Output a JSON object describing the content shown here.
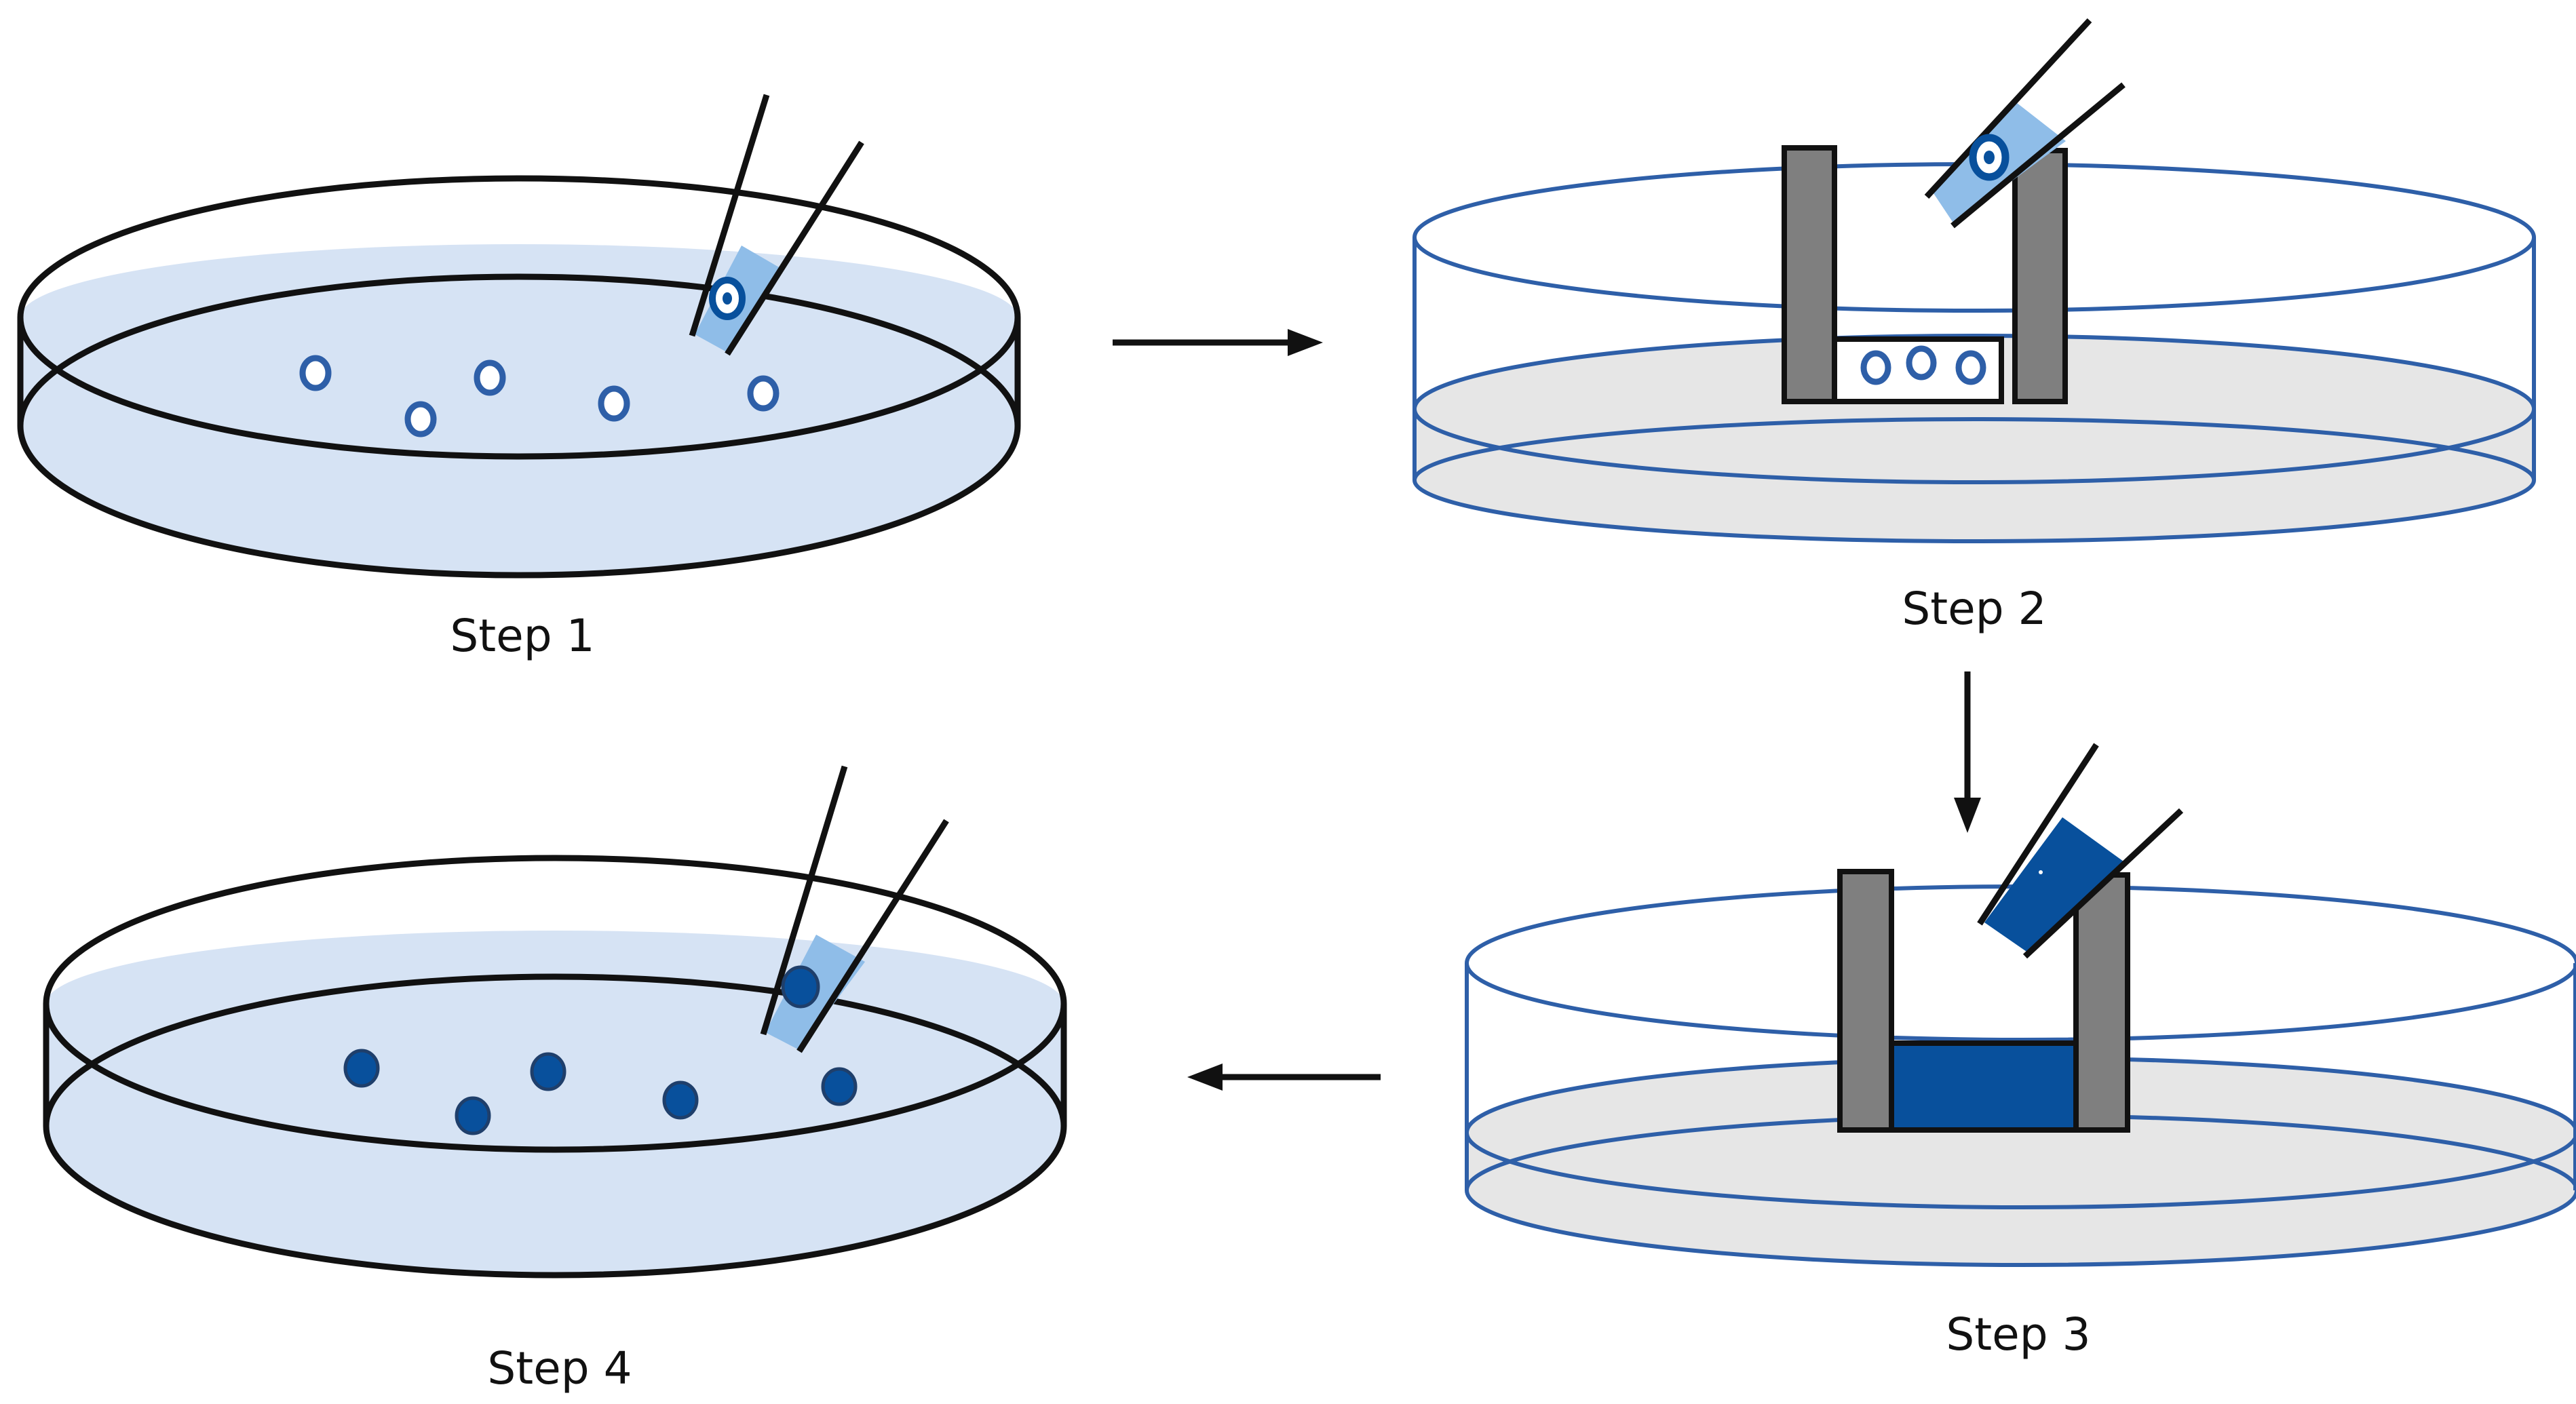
{
  "steps": [
    {
      "label": "Step 1"
    },
    {
      "label": "Step 2"
    },
    {
      "label": "Step 3"
    },
    {
      "label": "Step 4"
    }
  ],
  "colors": {
    "outline_dark": "#111111",
    "outline_blue": "#2e5fa8",
    "medium_light_blue": "#d6e3f4",
    "tube_light_blue": "#8fbde8",
    "stain_dark_blue": "#08509c",
    "chamber_gray": "#7f7f7f",
    "dish_floor_gray": "#e6e6e6"
  },
  "icons": {
    "forceps": "forceps-icon",
    "egg": "egg-icon",
    "arrow": "arrow-icon"
  }
}
